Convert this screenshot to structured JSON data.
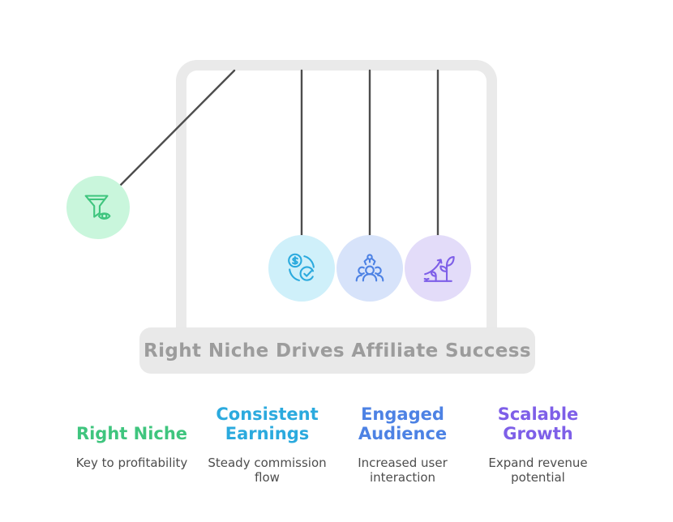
{
  "title": "Right Niche Drives Affiliate Success",
  "colors": {
    "background": "#ffffff",
    "frame_gray": "#eaeaea",
    "plate_gray": "#e9e9e9",
    "title_text": "#9c9c9c",
    "string": "#4d4d4d",
    "subtitle_text": "#4d4d4d"
  },
  "pendulum": {
    "balls": [
      {
        "name": "right-niche",
        "icon": "funnel-eye-icon",
        "fill": "#c9f6dc",
        "icon_color": "#3fc57e",
        "state": "raised"
      },
      {
        "name": "consistent-earnings",
        "icon": "dollar-check-cycle-icon",
        "fill": "#cff0fa",
        "icon_color": "#2baade",
        "state": "hanging"
      },
      {
        "name": "engaged-audience",
        "icon": "claw-audience-icon",
        "fill": "#d7e3fa",
        "icon_color": "#4d82e4",
        "state": "hanging"
      },
      {
        "name": "scalable-growth",
        "icon": "growth-plant-icon",
        "fill": "#e3dcf9",
        "icon_color": "#7e5fe8",
        "state": "hanging"
      }
    ]
  },
  "legend": {
    "columns": [
      {
        "title": "Right Niche",
        "subtitle": "Key to profitability",
        "color": "#3fc57e"
      },
      {
        "title": "Consistent\nEarnings",
        "subtitle": "Steady commission\nflow",
        "color": "#2baade"
      },
      {
        "title": "Engaged\nAudience",
        "subtitle": "Increased user\ninteraction",
        "color": "#4d82e4"
      },
      {
        "title": "Scalable\nGrowth",
        "subtitle": "Expand revenue\npotential",
        "color": "#7e5fe8"
      }
    ]
  }
}
